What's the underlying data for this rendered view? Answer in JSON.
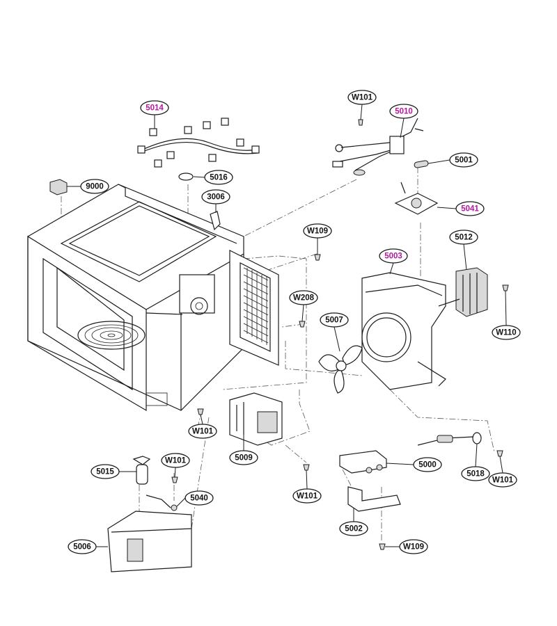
{
  "colors": {
    "normal": "#111111",
    "highlight": "#b5179e"
  },
  "callouts": [
    {
      "id": "W101",
      "label": "W101",
      "highlight": false
    },
    {
      "id": "5014",
      "label": "5014",
      "highlight": true
    },
    {
      "id": "5010",
      "label": "5010",
      "highlight": true
    },
    {
      "id": "5001",
      "label": "5001",
      "highlight": false
    },
    {
      "id": "9000",
      "label": "9000",
      "highlight": false
    },
    {
      "id": "5016",
      "label": "5016",
      "highlight": false
    },
    {
      "id": "3006",
      "label": "3006",
      "highlight": false
    },
    {
      "id": "5041",
      "label": "5041",
      "highlight": true
    },
    {
      "id": "W109a",
      "label": "W109",
      "highlight": false
    },
    {
      "id": "5012",
      "label": "5012",
      "highlight": false
    },
    {
      "id": "5003",
      "label": "5003",
      "highlight": true
    },
    {
      "id": "W208",
      "label": "W208",
      "highlight": false
    },
    {
      "id": "5007",
      "label": "5007",
      "highlight": false
    },
    {
      "id": "W110",
      "label": "W110",
      "highlight": false
    },
    {
      "id": "W101b",
      "label": "W101",
      "highlight": false
    },
    {
      "id": "5009",
      "label": "5009",
      "highlight": false
    },
    {
      "id": "5000",
      "label": "5000",
      "highlight": false
    },
    {
      "id": "5015",
      "label": "5015",
      "highlight": false
    },
    {
      "id": "W101c",
      "label": "W101",
      "highlight": false
    },
    {
      "id": "5018",
      "label": "5018",
      "highlight": false
    },
    {
      "id": "W101d",
      "label": "W101",
      "highlight": false
    },
    {
      "id": "5040",
      "label": "5040",
      "highlight": false
    },
    {
      "id": "W101e",
      "label": "W101",
      "highlight": false
    },
    {
      "id": "5002",
      "label": "5002",
      "highlight": false
    },
    {
      "id": "5006",
      "label": "5006",
      "highlight": false
    },
    {
      "id": "W109b",
      "label": "W109",
      "highlight": false
    }
  ]
}
